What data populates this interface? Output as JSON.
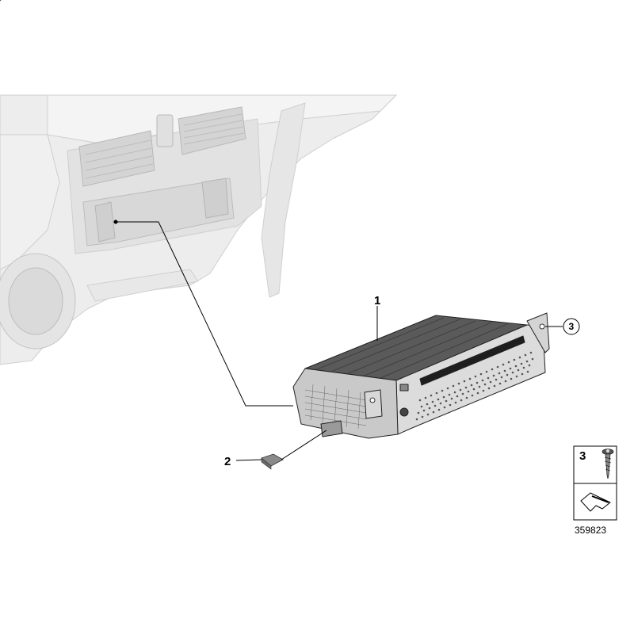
{
  "callouts": {
    "item_1": "1",
    "item_2": "2",
    "item_3": "3"
  },
  "legend": {
    "item_label": "3"
  },
  "reference_number": "359823"
}
